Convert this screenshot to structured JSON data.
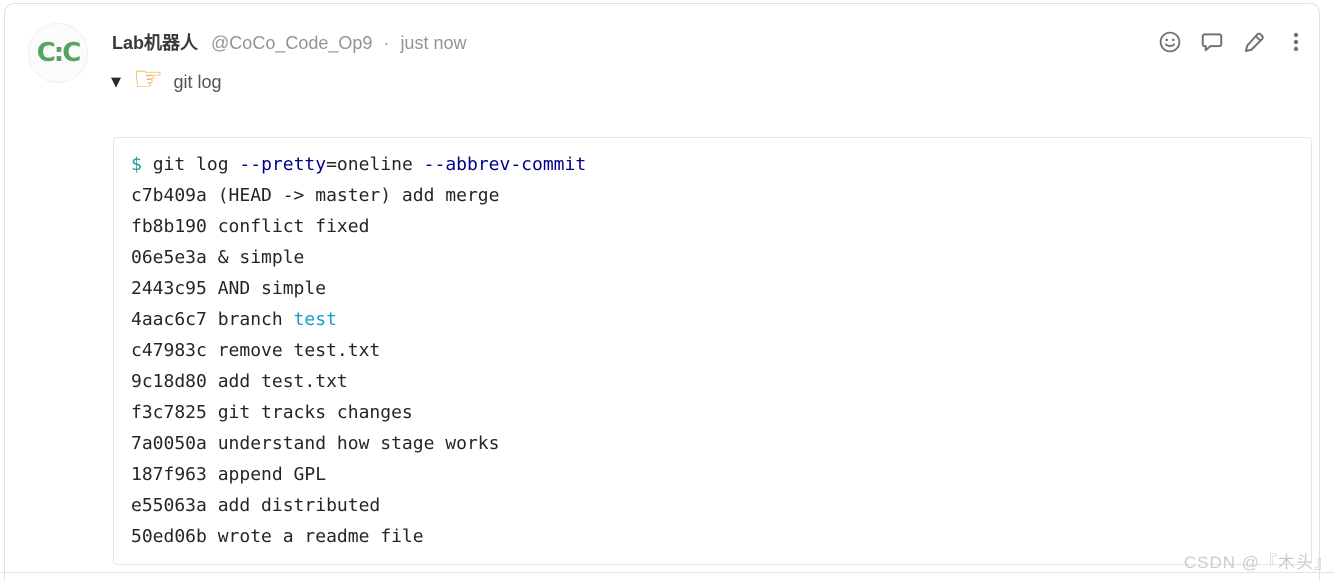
{
  "header": {
    "avatar_text": "C:C",
    "username": "Lab机器人",
    "handle": "@CoCo_Code_Op9",
    "separator": "·",
    "timestamp": "just now",
    "actions": [
      {
        "name": "emoji-reaction"
      },
      {
        "name": "comment"
      },
      {
        "name": "edit"
      },
      {
        "name": "more-options"
      }
    ]
  },
  "toggle": {
    "collapse_indicator": "▼",
    "pointer_hand": "☞",
    "label": "git log"
  },
  "code_block": {
    "token_colors": {
      "plain": "#232629",
      "prompt": "#1d9c9c",
      "flag": "#00008b",
      "cyan": "#1a9bcc"
    },
    "lines": [
      {
        "segments": [
          {
            "text": "$ ",
            "style": "prompt"
          },
          {
            "text": "git log ",
            "style": "plain"
          },
          {
            "text": "--pretty",
            "style": "flag"
          },
          {
            "text": "=oneline ",
            "style": "plain"
          },
          {
            "text": "--abbrev-commit",
            "style": "flag"
          }
        ]
      },
      {
        "segments": [
          {
            "text": "c7b409a (HEAD -> master) add merge",
            "style": "plain"
          }
        ]
      },
      {
        "segments": [
          {
            "text": "fb8b190 conflict fixed",
            "style": "plain"
          }
        ]
      },
      {
        "segments": [
          {
            "text": "06e5e3a & simple",
            "style": "plain"
          }
        ]
      },
      {
        "segments": [
          {
            "text": "2443c95 AND simple",
            "style": "plain"
          }
        ]
      },
      {
        "segments": [
          {
            "text": "4aac6c7 branch ",
            "style": "plain"
          },
          {
            "text": "test",
            "style": "cyan"
          }
        ]
      },
      {
        "segments": [
          {
            "text": "c47983c remove test.txt",
            "style": "plain"
          }
        ]
      },
      {
        "segments": [
          {
            "text": "9c18d80 add test.txt",
            "style": "plain"
          }
        ]
      },
      {
        "segments": [
          {
            "text": "f3c7825 git tracks changes",
            "style": "plain"
          }
        ]
      },
      {
        "segments": [
          {
            "text": "7a0050a understand how stage works",
            "style": "plain"
          }
        ]
      },
      {
        "segments": [
          {
            "text": "187f963 append GPL",
            "style": "plain"
          }
        ]
      },
      {
        "segments": [
          {
            "text": "e55063a add distributed",
            "style": "plain"
          }
        ]
      },
      {
        "segments": [
          {
            "text": "50ed06b wrote a readme file",
            "style": "plain"
          }
        ]
      }
    ]
  },
  "watermark": "CSDN @『木头』",
  "colors": {
    "avatar_green": "#56a55e",
    "hand_orange": "#efa836",
    "icon_gray": "#6d7277",
    "muted_text": "#8f9499",
    "border": "#e1e1e4"
  }
}
